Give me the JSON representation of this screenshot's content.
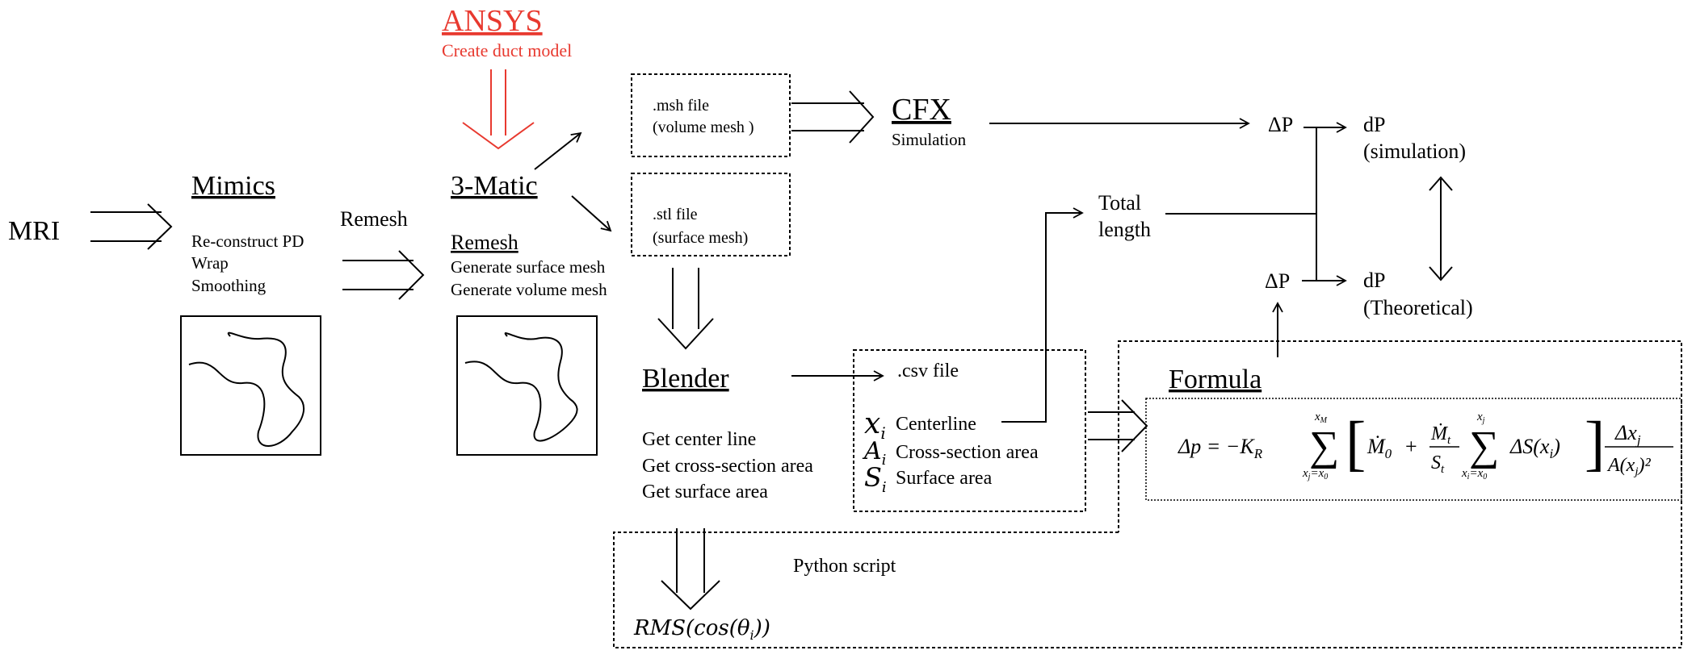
{
  "colors": {
    "ansys": "#e8392f",
    "line": "#000000"
  },
  "mri": {
    "label": "MRI"
  },
  "mimics": {
    "title": "Mimics",
    "steps": [
      "Re-construct PD",
      "Wrap",
      "Smoothing"
    ]
  },
  "remesh_arrow_label": "Remesh",
  "ansys": {
    "title": "ANSYS",
    "subtitle": "Create duct model"
  },
  "matic": {
    "title": "3-Matic",
    "sub_title": "Remesh",
    "steps": [
      "Generate surface mesh",
      "Generate volume mesh"
    ]
  },
  "msh": {
    "line1": ".msh file",
    "line2": "(volume mesh )"
  },
  "stl": {
    "line1": ".stl file",
    "line2": "(surface mesh)"
  },
  "cfx": {
    "title": "CFX",
    "subtitle": "Simulation"
  },
  "blender": {
    "title": "Blender",
    "steps": [
      "Get center line",
      "Get cross-section area",
      "Get surface area"
    ]
  },
  "csv": {
    "title": ".csv file",
    "rows": [
      {
        "symbol": "x",
        "sub": "i",
        "label": "Centerline"
      },
      {
        "symbol": "A",
        "sub": "i",
        "label": "Cross-section area"
      },
      {
        "symbol": "S",
        "sub": "i",
        "label": "Surface area"
      }
    ]
  },
  "total_length": {
    "line1": "Total",
    "line2": "length"
  },
  "delta_p_sim": "ΔP",
  "delta_p_theo": "ΔP",
  "dp_sim": {
    "line1": "dP",
    "line2": "(simulation)"
  },
  "dp_theo": {
    "line1": "dP",
    "line2": "(Theoretical)"
  },
  "formula": {
    "title": "Formula",
    "lhs": "Δp = −K",
    "lhs_sub": "R",
    "sum1_upper": "x",
    "sum1_upper_sub": "M",
    "sum1_lower": "x",
    "sum1_lower_sub": "j",
    "sum1_lower_rhs": "=x",
    "sum1_lower_rhs_sub": "0",
    "m0": "Ṁ",
    "m0_sub": "0",
    "plus": "+",
    "mt_num": "Ṁ",
    "mt_num_sub": "t",
    "mt_den": "S",
    "mt_den_sub": "t",
    "sum2_upper": "x",
    "sum2_upper_sub": "j",
    "sum2_lower": "x",
    "sum2_lower_sub": "i",
    "sum2_lower_rhs": "=x",
    "sum2_lower_rhs_sub": "0",
    "ds": "ΔS(x",
    "ds_sub": "i",
    "ds_close": ")",
    "frac_num": "Δx",
    "frac_num_sub": "j",
    "frac_den": "A(x",
    "frac_den_sub": "j",
    "frac_den_close": ")²"
  },
  "python": {
    "label": "Python script",
    "result": "RMS(cos(θ",
    "result_sub": "i",
    "result_close": "))"
  }
}
